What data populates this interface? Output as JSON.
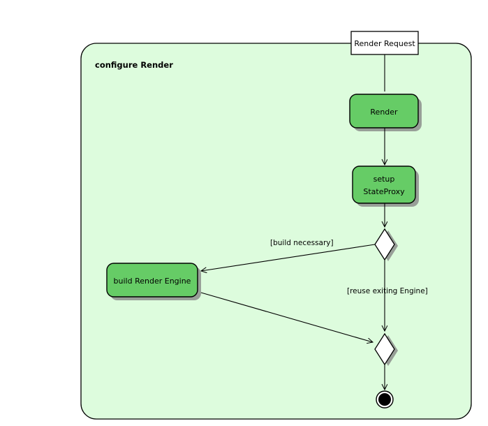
{
  "diagram": {
    "type": "uml-activity-diagram",
    "frame": {
      "title": "configure Render",
      "entry_point_label": "Render Request",
      "background_color": "#ddfcdd",
      "border_color": "#000000"
    },
    "colors": {
      "activity_fill": "#66cc66",
      "activity_border": "#000000",
      "frame_fill": "#ddfcdd",
      "shadow": "#808080",
      "decision_fill": "#ffffff",
      "final_node_fill": "#000000",
      "edge": "#000000"
    },
    "nodes": [
      {
        "id": "render",
        "kind": "activity",
        "label": "Render"
      },
      {
        "id": "setup",
        "kind": "activity",
        "label_line1": "setup",
        "label_line2": "StateProxy"
      },
      {
        "id": "decision",
        "kind": "decision",
        "label": ""
      },
      {
        "id": "build_engine",
        "kind": "activity",
        "label": "build Render Engine"
      },
      {
        "id": "merge",
        "kind": "merge",
        "label": ""
      },
      {
        "id": "final",
        "kind": "final",
        "label": ""
      }
    ],
    "edges": [
      {
        "from": "entry",
        "to": "render",
        "guard": ""
      },
      {
        "from": "render",
        "to": "setup",
        "guard": ""
      },
      {
        "from": "setup",
        "to": "decision",
        "guard": ""
      },
      {
        "from": "decision",
        "to": "build_engine",
        "guard": "[build necessary]"
      },
      {
        "from": "decision",
        "to": "merge",
        "guard": "[reuse exiting Engine]"
      },
      {
        "from": "build_engine",
        "to": "merge",
        "guard": ""
      },
      {
        "from": "merge",
        "to": "final",
        "guard": ""
      }
    ]
  }
}
